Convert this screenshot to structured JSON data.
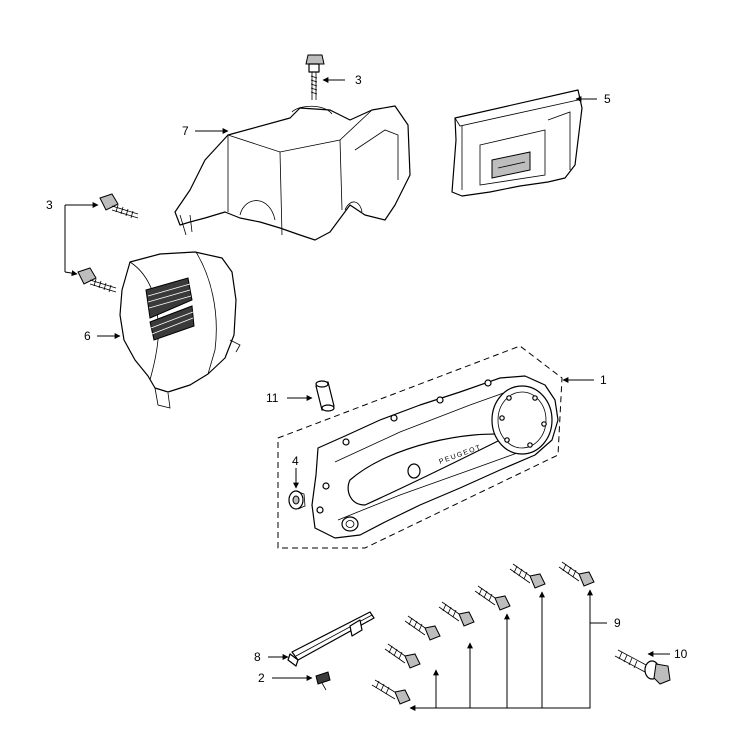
{
  "callouts": {
    "c1": "1",
    "c2": "2",
    "c3_top": "3",
    "c3_left": "3",
    "c4": "4",
    "c5": "5",
    "c6": "6",
    "c7": "7",
    "c8": "8",
    "c9": "9",
    "c10": "10",
    "c11": "11"
  },
  "brand_text": "PEUGEOT",
  "colors": {
    "line": "#000000",
    "background": "#ffffff"
  }
}
